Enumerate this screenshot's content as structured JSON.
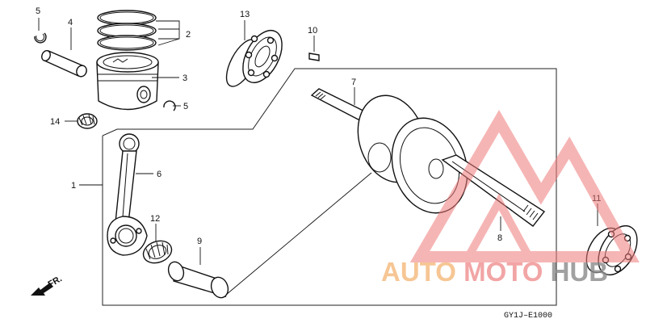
{
  "callouts": {
    "c1": "1",
    "c2": "2",
    "c3": "3",
    "c4": "4",
    "c5a": "5",
    "c5b": "5",
    "c6": "6",
    "c7": "7",
    "c8": "8",
    "c9": "9",
    "c10": "10",
    "c11": "11",
    "c12": "12",
    "c13": "13",
    "c14": "14"
  },
  "front_marker": "FR.",
  "diagram_code": "GY1J–E1000",
  "watermark": {
    "text_a": "AUTO",
    "text_b": "MOTO",
    "text_c": "HUB",
    "color_a": "#f5b87a",
    "color_b": "#f08f8f",
    "color_c": "#8a8a8a",
    "logo_color": "#f07a7a"
  }
}
